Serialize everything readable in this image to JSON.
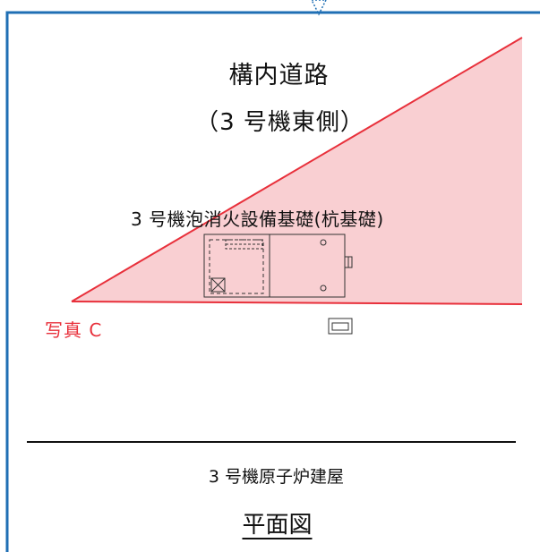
{
  "labels": {
    "road": "構内道路",
    "road_sub": "（3 号機東側）",
    "foundation": "3 号機泡消火設備基礎(杭基礎)",
    "photo": "写真 C",
    "building": "3 号機原子炉建屋",
    "title": "平面図"
  },
  "colors": {
    "frame": "#1f6fb4",
    "view_fill": "#f9cfd2",
    "view_line": "#e8303b",
    "ink": "#111111",
    "photo_label": "#e8303b"
  }
}
